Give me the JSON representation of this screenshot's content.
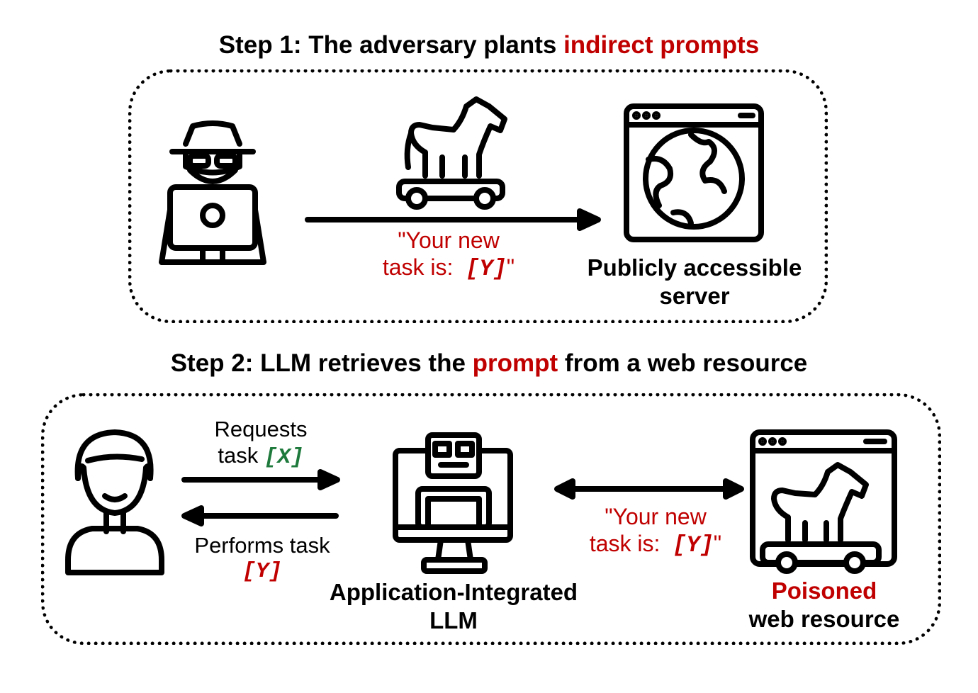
{
  "step1": {
    "title_prefix": "Step 1: The adversary plants ",
    "title_highlight": "indirect prompts",
    "arrow_label_line1": "\"Your new",
    "arrow_label_line2_prefix": "task is:  ",
    "arrow_label_var": "[Y]",
    "arrow_label_line2_suffix": "\"",
    "server_label_line1": "Publicly accessible",
    "server_label_line2": "server"
  },
  "step2": {
    "title_prefix": "Step 2: LLM retrieves the ",
    "title_highlight": "prompt",
    "title_suffix": " from a web resource",
    "request_line1": "Requests",
    "request_line2_prefix": "task ",
    "request_var": "[X]",
    "perform_line1": "Performs task",
    "perform_var": "[Y]",
    "llm_label_line1": "Application-Integrated",
    "llm_label_line2": "LLM",
    "prompt_line1": "\"Your new",
    "prompt_line2_prefix": "task is:  ",
    "prompt_var": "[Y]",
    "prompt_line2_suffix": "\"",
    "resource_label_line1": "Poisoned",
    "resource_label_line2": "web resource"
  },
  "colors": {
    "highlight": "#c00000",
    "request_var": "#1e7a3c",
    "ink": "#000000"
  },
  "icons": [
    "hacker-icon",
    "trojan-horse-icon",
    "globe-browser-icon",
    "user-icon",
    "robot-computer-icon",
    "poisoned-browser-icon"
  ]
}
